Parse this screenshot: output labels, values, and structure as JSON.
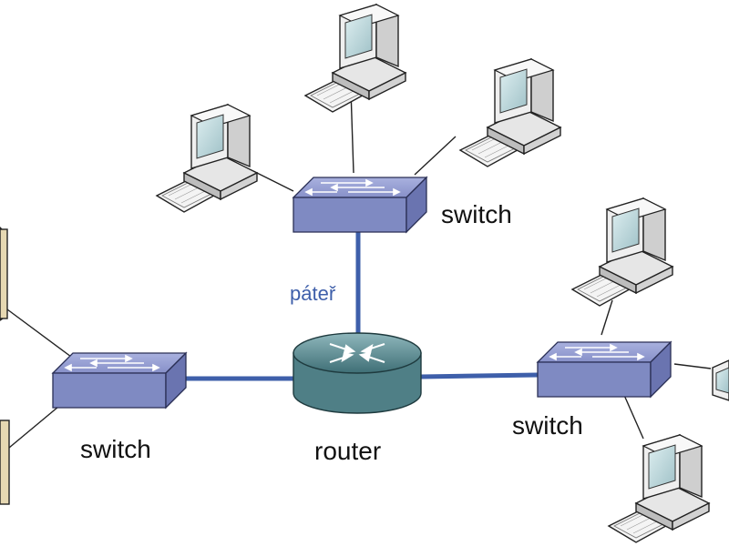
{
  "labels": {
    "switch_top": "switch",
    "switch_left": "switch",
    "switch_right": "switch",
    "router": "router",
    "backbone": "páteř"
  },
  "colors": {
    "backbone_link": "#3E5FAA",
    "backbone_label": "#3E5FAA",
    "switch_body": "#7F8AC2",
    "router_body": "#5F8E95",
    "cable": "#222222",
    "computer_body": "#F2F2F2",
    "screen": "#BFD8DC",
    "server_body": "#D9C9A0"
  },
  "icons": {
    "computer": "desktop-computer-icon",
    "switch": "network-switch-icon",
    "router": "router-icon",
    "server": "server-tower-icon"
  }
}
